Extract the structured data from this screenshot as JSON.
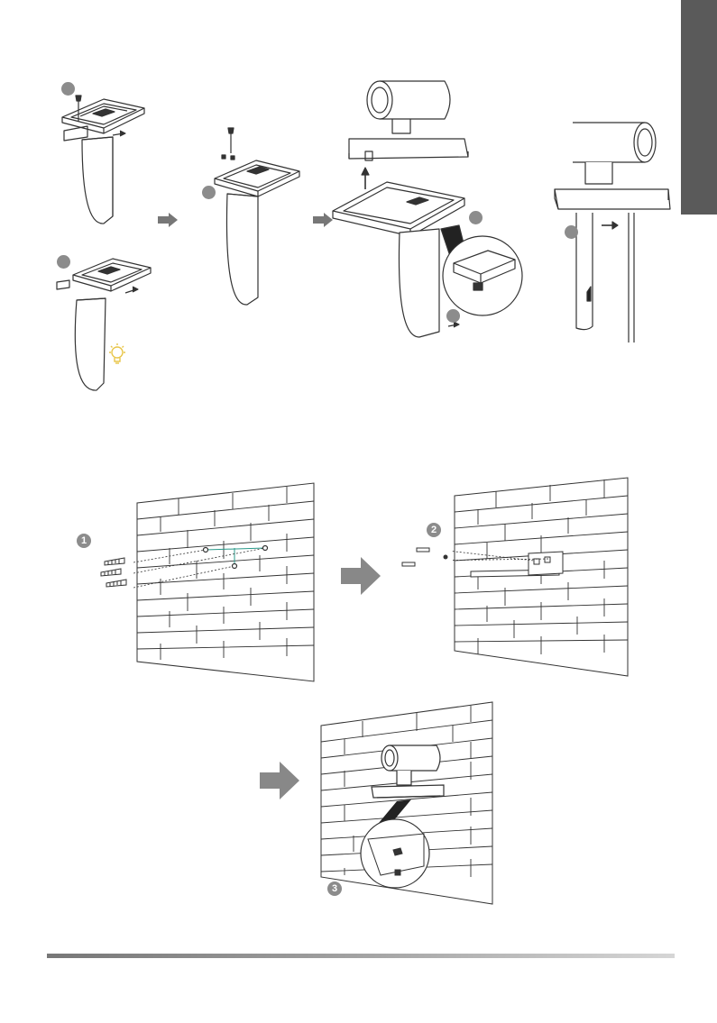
{
  "page": {
    "colors": {
      "tab": "#5a5a5a",
      "step_badge": "#8c8c8c",
      "tip_icon": "#e8c64a",
      "line": "#333333"
    }
  },
  "top_section": {
    "assemblies": [
      {
        "id": "bracket-assembly-a",
        "step_badge": ""
      },
      {
        "id": "bracket-assembly-b",
        "step_badge": ""
      },
      {
        "id": "bracket-screw-panel",
        "step_badge": ""
      },
      {
        "id": "camera-on-bracket",
        "step_badge": ""
      },
      {
        "id": "camera-mounted-side",
        "step_badge": ""
      }
    ],
    "icons": [
      "lightbulb-tip-icon",
      "arrow-right-icon",
      "arrow-up-icon",
      "magnifier-callout"
    ]
  },
  "wall_section": {
    "steps": [
      {
        "id": "drill-anchors",
        "number": "1"
      },
      {
        "id": "fix-bracket",
        "number": "2"
      },
      {
        "id": "place-camera",
        "number": "3"
      }
    ]
  }
}
